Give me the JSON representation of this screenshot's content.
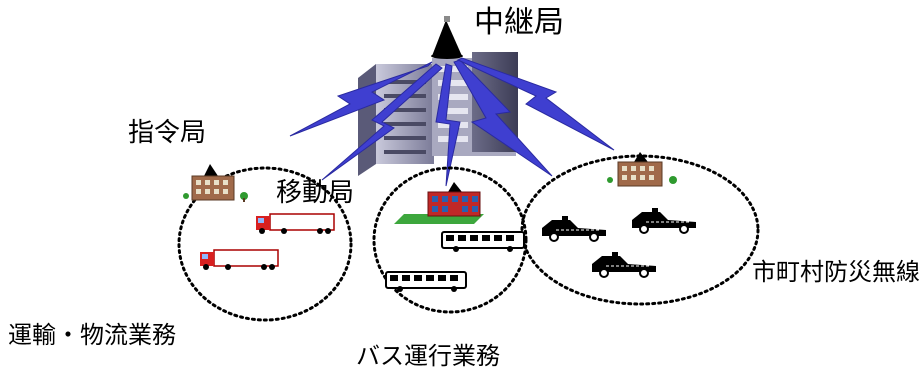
{
  "labels": {
    "relay_station": "中継局",
    "command_station": "指令局",
    "mobile_station": "移動局",
    "transport_logistics": "運輸・物流業務",
    "bus_operation": "バス運行業務",
    "municipal_disaster_radio": "市町村防災無線"
  },
  "colors": {
    "radio_link": "#3f3fd0",
    "building": "#8a8aa6",
    "circle": "#000000"
  }
}
